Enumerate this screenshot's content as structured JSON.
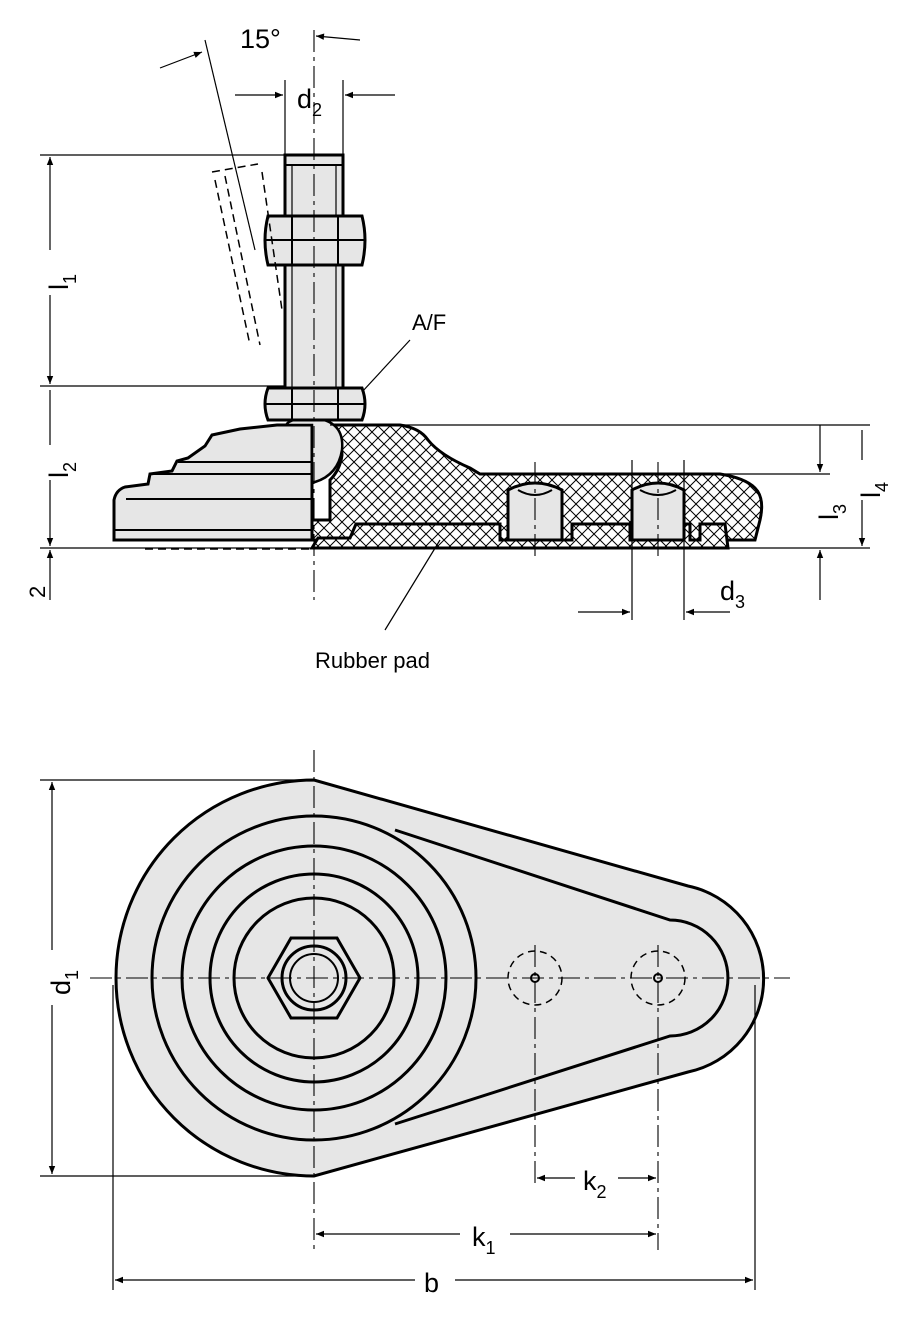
{
  "labels": {
    "angle": "15°",
    "d2": {
      "main": "d",
      "sub": "2"
    },
    "l1": {
      "main": "l",
      "sub": "1"
    },
    "l2": {
      "main": "l",
      "sub": "2"
    },
    "l3": {
      "main": "l",
      "sub": "3"
    },
    "l4": {
      "main": "l",
      "sub": "4"
    },
    "af": "A/F",
    "two": "2",
    "d3": {
      "main": "d",
      "sub": "3"
    },
    "rubber_pad": "Rubber pad",
    "d1": {
      "main": "d",
      "sub": "1"
    },
    "k1": {
      "main": "k",
      "sub": "1"
    },
    "k2": {
      "main": "k",
      "sub": "2"
    },
    "b": "b"
  },
  "colors": {
    "line": "#000000",
    "fill": "#e6e6e6",
    "background": "#ffffff"
  }
}
